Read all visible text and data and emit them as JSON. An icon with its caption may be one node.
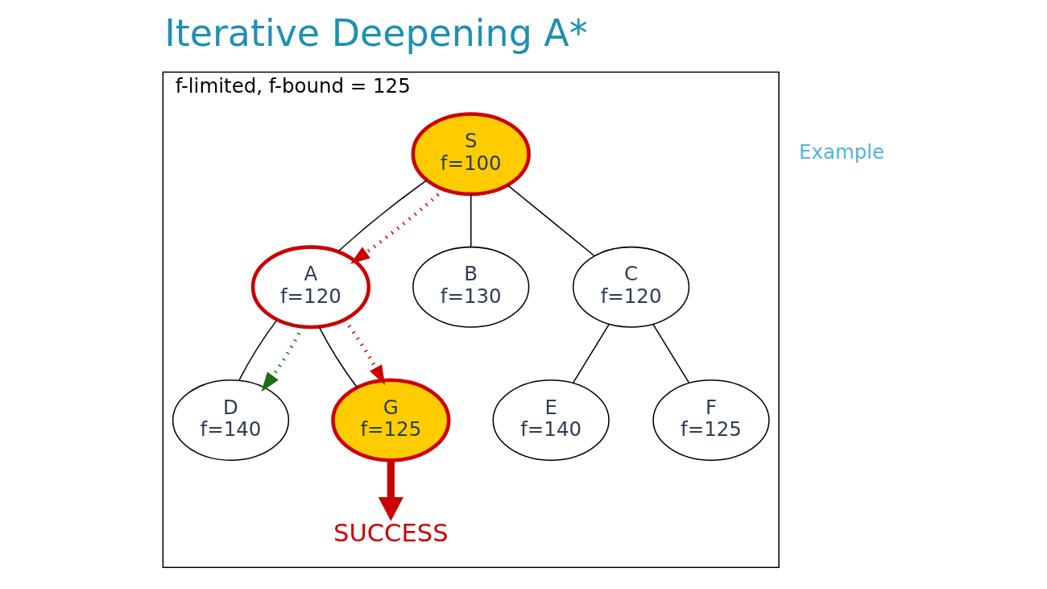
{
  "diagram": {
    "title": "Iterative Deepening A*",
    "nodes": [
      {
        "text": [
          "f-limited, f-bound = 125"
        ]
      },
      {
        "text": [
          "S",
          "f=100"
        ],
        "in": 0
      },
      {
        "text": [
          "A",
          "f=120"
        ],
        "in": 0
      },
      {
        "text": [
          "B",
          "f=130"
        ],
        "in": 0
      },
      {
        "text": [
          "C",
          "f=120"
        ],
        "in": 0
      },
      {
        "text": [
          "D",
          "f=140"
        ],
        "in": 0
      },
      {
        "text": [
          "G",
          "f=125"
        ],
        "in": 0
      },
      {
        "text": [
          "E",
          "f=140"
        ],
        "in": 0
      },
      {
        "text": [
          "F",
          "f=125"
        ],
        "in": 0
      },
      {
        "text": [
          "SUCCESS"
        ],
        "in": 0
      }
    ],
    "edges": [
      {
        "from": 1,
        "to": 2,
        "arrow": "none"
      },
      {
        "from": 1,
        "to": 3,
        "arrow": "none"
      },
      {
        "from": 1,
        "to": 4,
        "arrow": "none"
      },
      {
        "from": 2,
        "to": 5,
        "arrow": "none"
      },
      {
        "from": 2,
        "to": 6,
        "arrow": "none"
      },
      {
        "from": 4,
        "to": 7,
        "arrow": "none"
      },
      {
        "from": 4,
        "to": 8,
        "arrow": "none"
      },
      {
        "from": 1,
        "to": 2,
        "arrow": "to",
        "style": "dashed",
        "color": "#cc0000"
      },
      {
        "from": 2,
        "to": 5,
        "arrow": "to",
        "style": "dashed",
        "color": "#1a6e1a"
      },
      {
        "from": 2,
        "to": 6,
        "arrow": "to",
        "style": "dashed",
        "color": "#cc0000"
      },
      {
        "from": 6,
        "to": 9,
        "arrow": "to",
        "style": "thick",
        "color": "#cc0000"
      }
    ],
    "labels": [
      "Example"
    ]
  }
}
